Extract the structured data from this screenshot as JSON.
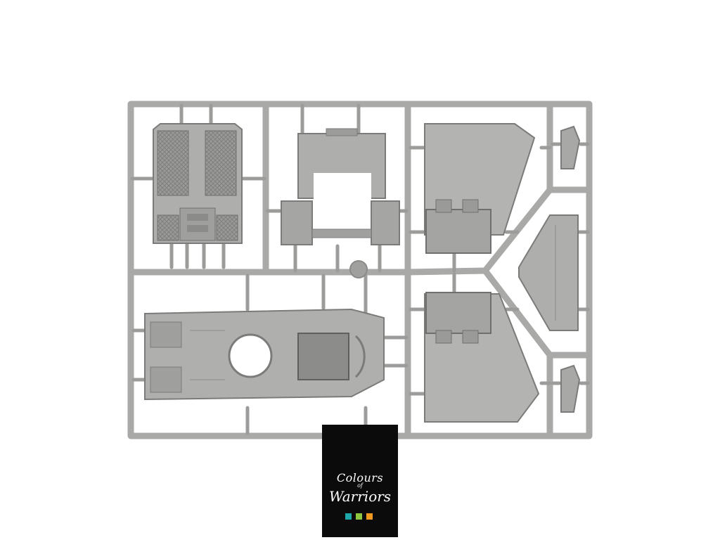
{
  "image": {
    "subject": "plastic-model-sprue",
    "background_color": "#ffffff",
    "plastic_color": "#a9aaa8"
  },
  "watermark": {
    "line1": "Colours",
    "line2": "of",
    "line3": "Warriors",
    "colors": [
      "#1ea7a8",
      "#8dc63f",
      "#f29a1f"
    ]
  }
}
